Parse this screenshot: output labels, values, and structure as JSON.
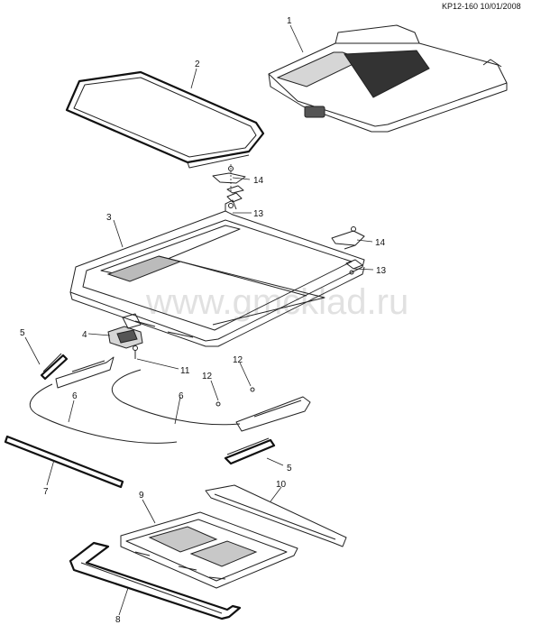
{
  "header": {
    "code": "KP12-160 10/01/2008"
  },
  "watermark": {
    "text": "www.gmcklad.ru"
  },
  "callouts": [
    {
      "id": "c1",
      "label": "1"
    },
    {
      "id": "c2",
      "label": "2"
    },
    {
      "id": "c3",
      "label": "3"
    },
    {
      "id": "c4",
      "label": "4"
    },
    {
      "id": "c5a",
      "label": "5"
    },
    {
      "id": "c5b",
      "label": "5"
    },
    {
      "id": "c6a",
      "label": "6"
    },
    {
      "id": "c6b",
      "label": "6"
    },
    {
      "id": "c7",
      "label": "7"
    },
    {
      "id": "c8",
      "label": "8"
    },
    {
      "id": "c9",
      "label": "9"
    },
    {
      "id": "c10",
      "label": "10"
    },
    {
      "id": "c11",
      "label": "11"
    },
    {
      "id": "c12a",
      "label": "12"
    },
    {
      "id": "c12b",
      "label": "12"
    },
    {
      "id": "c13a",
      "label": "13"
    },
    {
      "id": "c13b",
      "label": "13"
    },
    {
      "id": "c14a",
      "label": "14"
    },
    {
      "id": "c14b",
      "label": "14"
    }
  ]
}
